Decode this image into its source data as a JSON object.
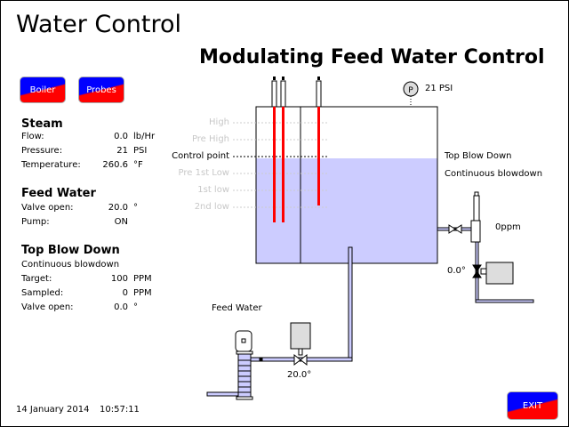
{
  "app_title": "Water Control",
  "page_title": "Modulating Feed Water Control",
  "buttons": {
    "boiler": "Boiler",
    "probes": "Probes",
    "exit": "EXIT"
  },
  "steam": {
    "title": "Steam",
    "rows": [
      {
        "label": "Flow:",
        "value": "0.0",
        "unit": "lb/Hr"
      },
      {
        "label": "Pressure:",
        "value": "21",
        "unit": "PSI"
      },
      {
        "label": "Temperature:",
        "value": "260.6",
        "unit": "°F"
      }
    ]
  },
  "feed_water": {
    "title": "Feed Water",
    "rows": [
      {
        "label": "Valve open:",
        "value": "20.0",
        "unit": "°"
      },
      {
        "label": "Pump:",
        "value": "ON",
        "unit": ""
      }
    ]
  },
  "top_blow_down": {
    "title": "Top Blow Down",
    "subtitle": "Continuous blowdown",
    "rows": [
      {
        "label": "Target:",
        "value": "100",
        "unit": "PPM"
      },
      {
        "label": "Sampled:",
        "value": "0",
        "unit": "PPM"
      },
      {
        "label": "Valve open:",
        "value": "0.0",
        "unit": "°"
      }
    ]
  },
  "diagram": {
    "levels": [
      "High",
      "Pre High",
      "Control point",
      "Pre 1st Low",
      "1st low",
      "2nd low"
    ],
    "active_level": "Control point",
    "gauge_symbol": "P",
    "pressure": "21 PSI",
    "tbd_label": "Top Blow Down",
    "tbd_mode": "Continuous blowdown",
    "tds": "0ppm",
    "blowdown_valve": "0.0°",
    "feed_label": "Feed Water",
    "feed_valve": "20.0°",
    "water_level_fraction": 0.67
  },
  "datetime": {
    "date": "14 January 2014",
    "time": "10:57:11"
  },
  "colors": {
    "water": "#ccccff",
    "probe": "#ff0000",
    "button_top": "#0000ff",
    "button_bottom": "#ff0000",
    "inactive_level": "#c8c8c8"
  }
}
